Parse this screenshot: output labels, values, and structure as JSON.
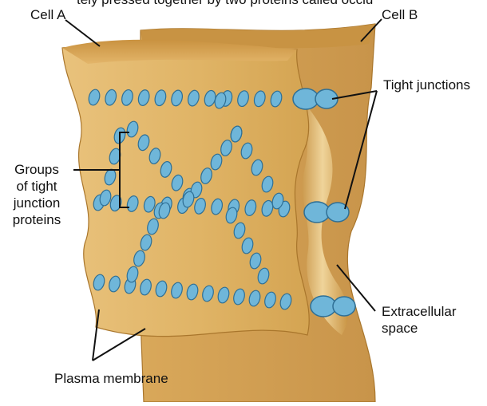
{
  "labels": {
    "top_caption_fragment": "tely pressed together by two proteins called occlu",
    "cell_a": "Cell A",
    "cell_b": "Cell B",
    "tight_junctions": "Tight junctions",
    "groups_line1": "Groups",
    "groups_line2": "of tight",
    "groups_line3": "junction",
    "groups_line4": "proteins",
    "extracellular_line1": "Extracellular",
    "extracellular_line2": "space",
    "plasma_membrane": "Plasma membrane"
  },
  "colors": {
    "membrane_front": "#e0b568",
    "membrane_light": "#ecc98a",
    "membrane_dark": "#b98631",
    "membrane_edge": "#9c6c22",
    "protein_fill": "#6fb6d9",
    "protein_stroke": "#2f6f95",
    "leader_line": "#111111"
  }
}
